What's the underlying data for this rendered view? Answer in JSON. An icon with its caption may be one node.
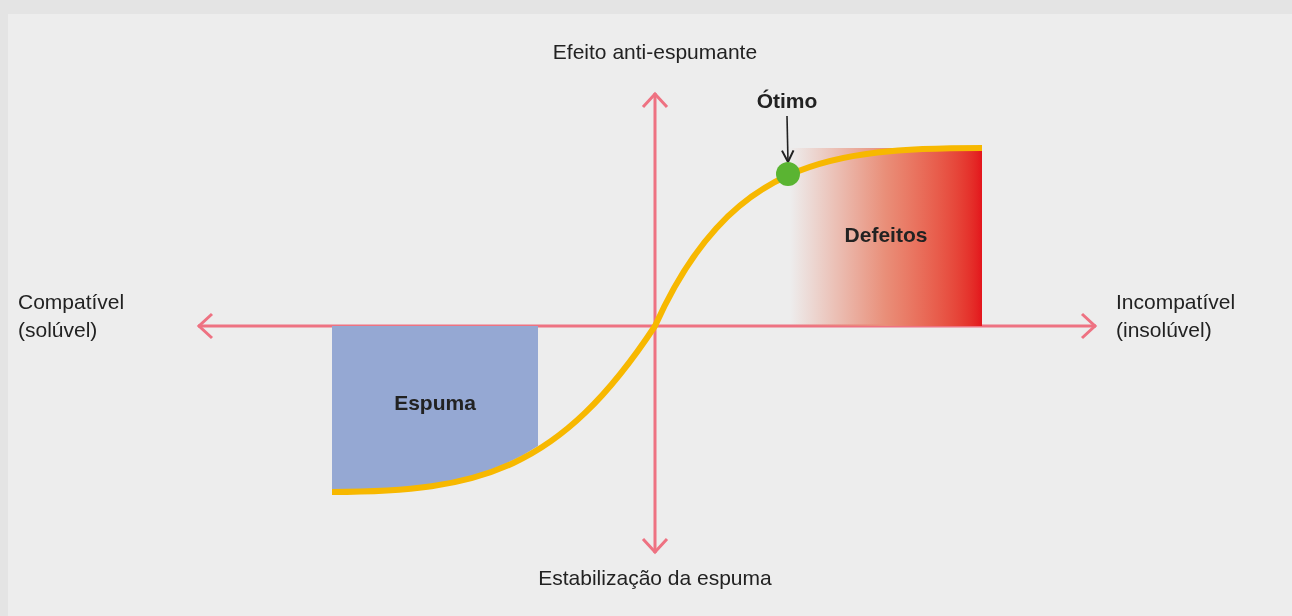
{
  "diagram": {
    "nodes": [
      {
        "text": [
          "Espuma"
        ]
      },
      {
        "text": [
          "Defeitos"
        ]
      },
      {
        "text": [
          "Ótimo"
        ]
      },
      {
        "text": [],
        "shape": "circle"
      }
    ],
    "edges": [
      {
        "from": 2,
        "to": 3,
        "arrow": "to"
      }
    ],
    "labels": [
      "Efeito anti-espumante",
      "Compatível (solúvel)",
      "Incompatível (insolúvel)",
      "Estabilização da espuma"
    ]
  }
}
